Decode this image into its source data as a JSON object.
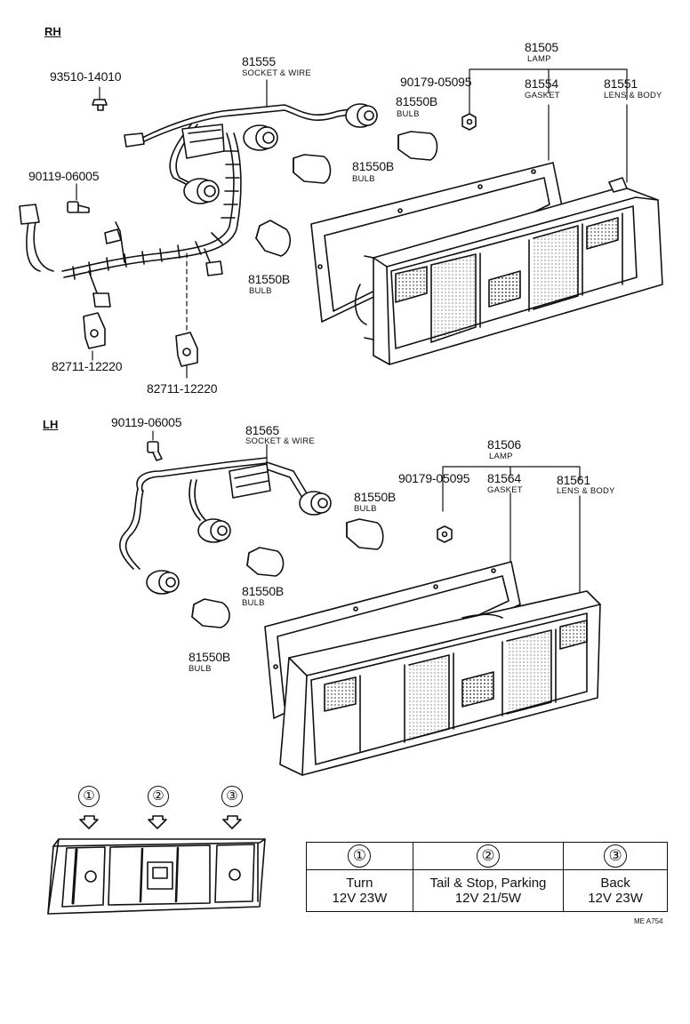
{
  "sections": {
    "rh": "RH",
    "lh": "LH"
  },
  "rh": {
    "lamp": {
      "num": "81505",
      "name": "LAMP"
    },
    "socket": {
      "num": "81555",
      "name": "SOCKET & WIRE"
    },
    "gasket": {
      "num": "81554",
      "name": "GASKET"
    },
    "lens": {
      "num": "81551",
      "name": "LENS & BODY"
    },
    "nut": "90179-05095",
    "screw1": "93510-14010",
    "screw2": "90119-06005",
    "clamp1": "82711-12220",
    "clamp2": "82711-12220",
    "bulb_num": "81550B",
    "bulb_name": "BULB"
  },
  "lh": {
    "lamp": {
      "num": "81506",
      "name": "LAMP"
    },
    "socket": {
      "num": "81565",
      "name": "SOCKET & WIRE"
    },
    "gasket": {
      "num": "81564",
      "name": "GASKET"
    },
    "lens": {
      "num": "81561",
      "name": "LENS & BODY"
    },
    "nut": "90179-05095",
    "screw": "90119-06005",
    "bulb_num": "81550B",
    "bulb_name": "BULB"
  },
  "positions": [
    "①",
    "②",
    "③"
  ],
  "legend": {
    "headers": [
      "①",
      "②",
      "③"
    ],
    "rows": [
      [
        "Turn",
        "Tail & Stop, Parking",
        "Back"
      ],
      [
        "12V 23W",
        "12V 21/5W",
        "12V 23W"
      ]
    ]
  },
  "drawing_code": "ME A754",
  "colors": {
    "ink": "#111111",
    "paper": "#ffffff"
  }
}
